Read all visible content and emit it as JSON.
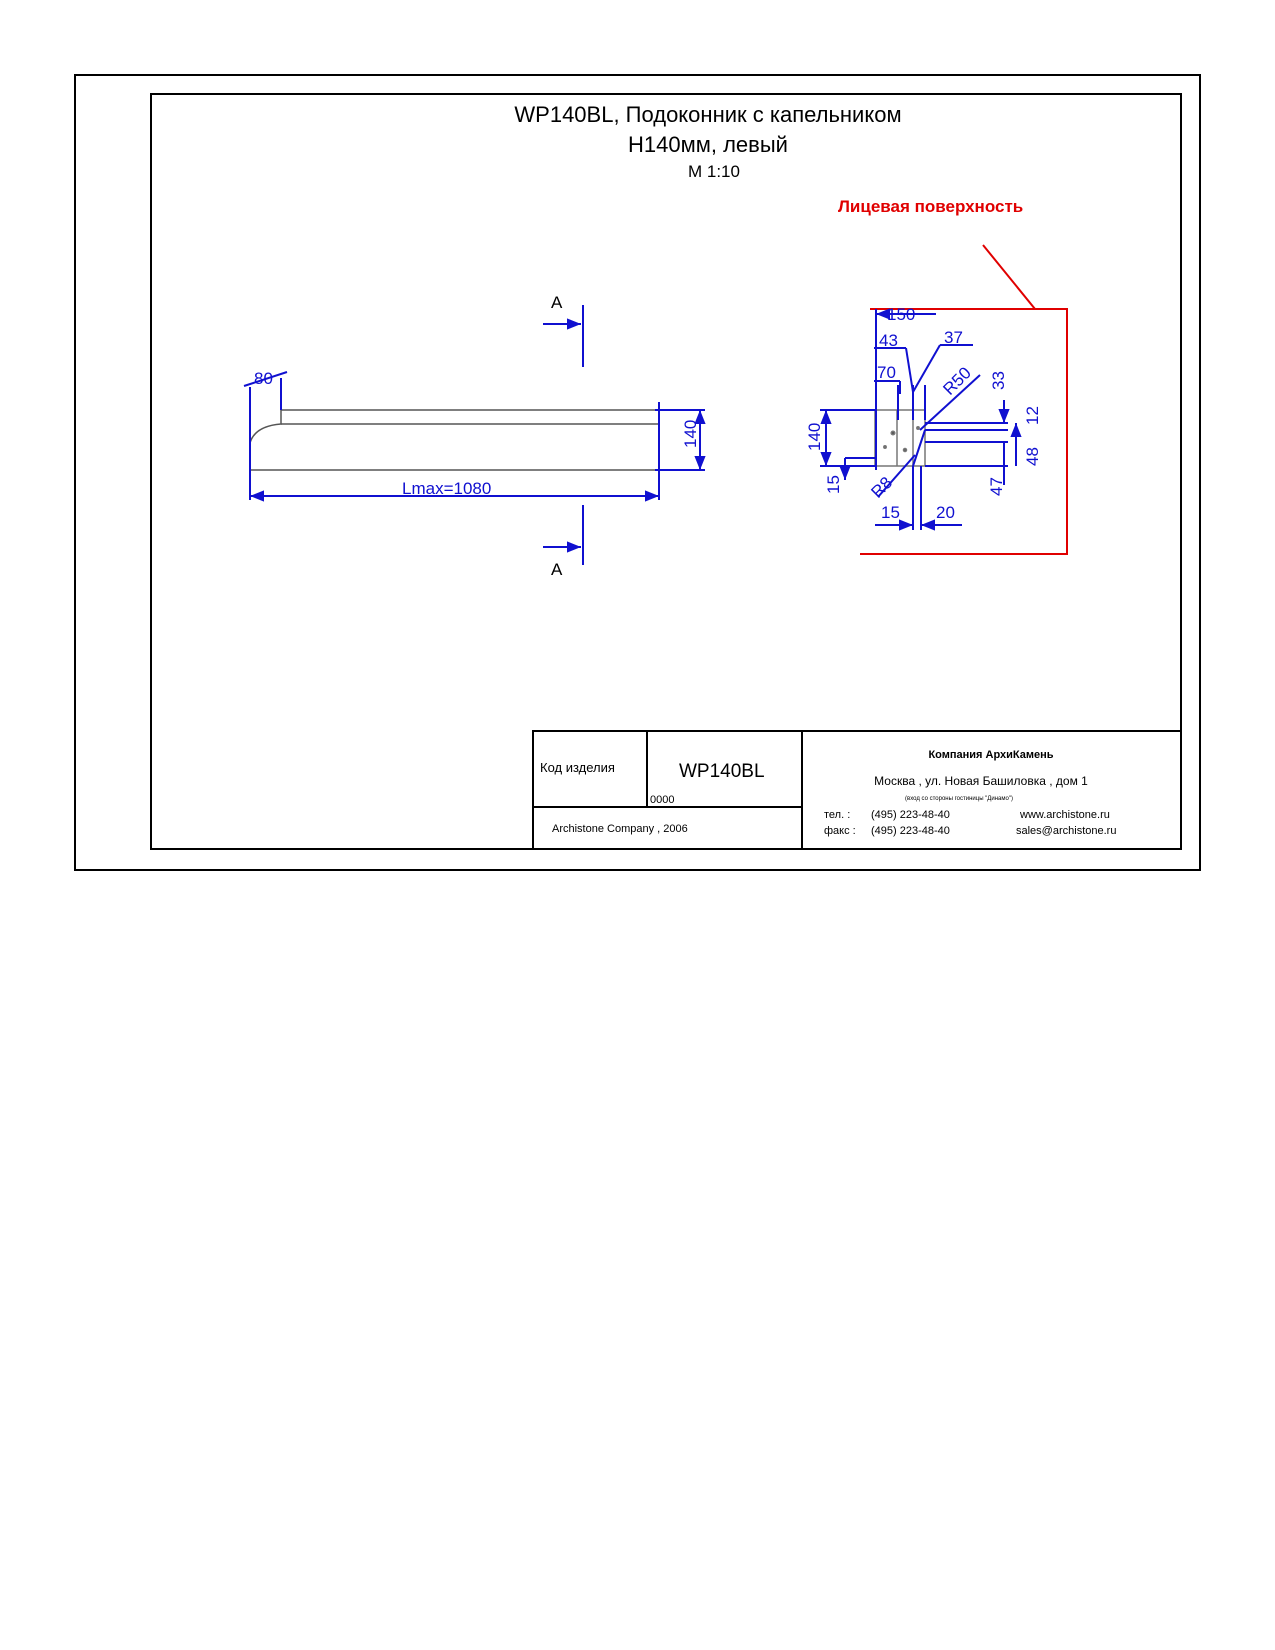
{
  "title": {
    "line1": "WP140BL, Подоконник с капельником",
    "line2": "Н140мм, левый",
    "scale": "М 1:10"
  },
  "face_label": "Лицевая поверхность",
  "section_mark": "A",
  "elevation_dims": {
    "top_left": "80",
    "length": "Lmax=1080",
    "height": "140"
  },
  "section_dims": {
    "d150": "150",
    "d43": "43",
    "d37": "37",
    "d70": "70",
    "r50": "R50",
    "d33": "33",
    "d12": "12",
    "d140": "140",
    "d48": "48",
    "d15_left": "15",
    "r8": "R8",
    "d47": "47",
    "d15_bottom": "15",
    "d20": "20"
  },
  "title_block": {
    "code_label": "Код изделия",
    "code_value": "WP140BL",
    "code_number": "0000",
    "copyright": "Archistone  Company ,  2006",
    "company": "Компания  АрхиКамень",
    "address": "Москва , ул. Новая Башиловка , дом 1",
    "address_note": "(вход со стороны гостиницы \"Динамо\")",
    "tel_label": "тел.   :",
    "tel_value": "(495) 223-48-40",
    "fax_label": "факс :",
    "fax_value": "(495) 223-48-40",
    "website": "www.archistone.ru",
    "email": "sales@archistone.ru"
  },
  "colors": {
    "dimension": "#1010d0",
    "face": "#e00000",
    "outline": "#000000"
  }
}
